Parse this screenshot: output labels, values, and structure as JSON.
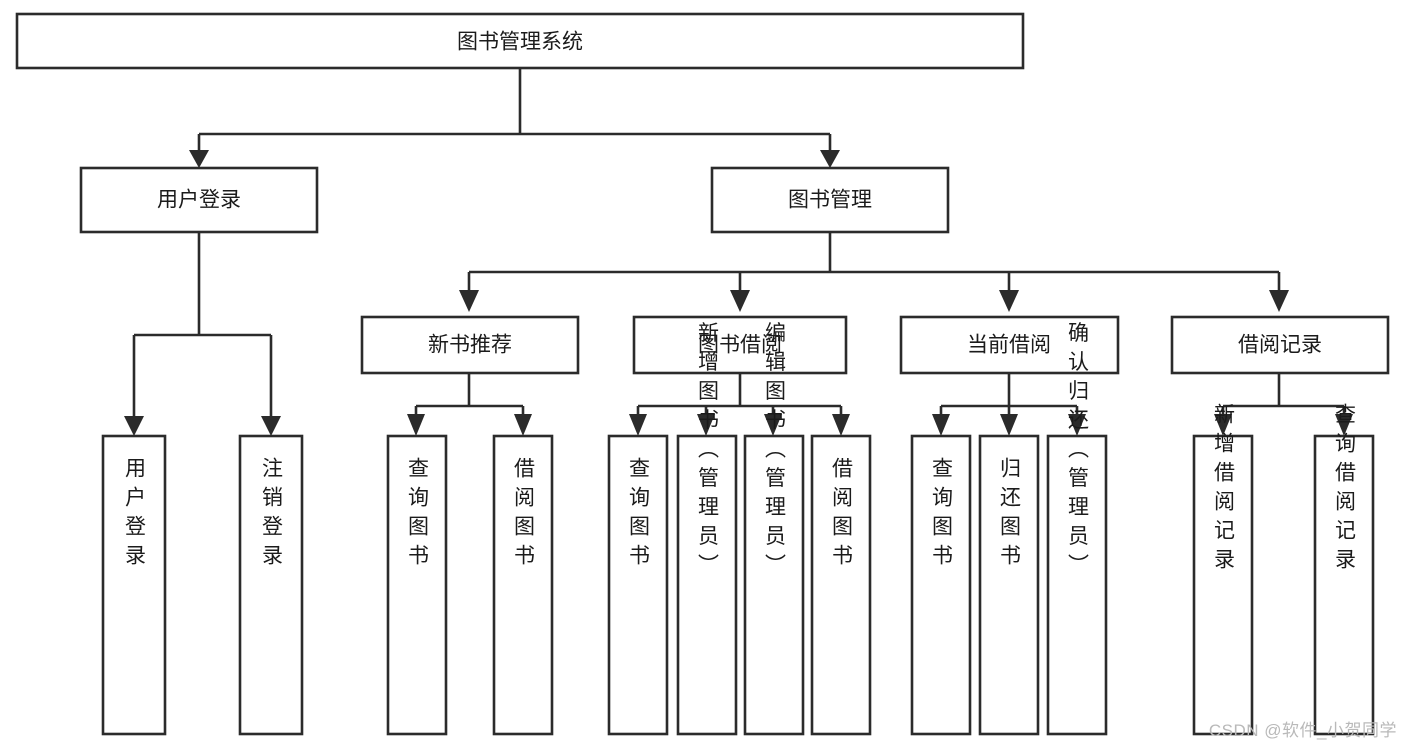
{
  "diagram": {
    "type": "tree-hierarchy",
    "title": "图书管理系统",
    "watermark": "CSDN @软件_小贺同学",
    "colors": {
      "stroke": "#2b2b2b",
      "fill": "#ffffff",
      "text": "#1b1b1b",
      "watermark": "#b9b9b9",
      "background": "#ffffff"
    },
    "levels": {
      "root": {
        "label": "图书管理系统"
      },
      "level2": [
        {
          "label": "用户登录"
        },
        {
          "label": "图书管理"
        }
      ],
      "level3": [
        {
          "label": "新书推荐"
        },
        {
          "label": "图书借阅"
        },
        {
          "label": "当前借阅"
        },
        {
          "label": "借阅记录"
        }
      ],
      "leaves": {
        "user_login": [
          {
            "label": "用户登录"
          },
          {
            "label": "注销登录"
          }
        ],
        "new_book_recommend": [
          {
            "label": "查询图书"
          },
          {
            "label": "借阅图书"
          }
        ],
        "book_borrow": [
          {
            "label": "查询图书"
          },
          {
            "label": "新增图书（管理员）"
          },
          {
            "label": "编辑图书（管理员）"
          },
          {
            "label": "借阅图书"
          }
        ],
        "current_borrow": [
          {
            "label": "查询图书"
          },
          {
            "label": "归还图书"
          },
          {
            "label": "确认归还（管理员）"
          }
        ],
        "borrow_record": [
          {
            "label": "新增借阅记录"
          },
          {
            "label": "查询借阅记录"
          }
        ]
      }
    }
  }
}
